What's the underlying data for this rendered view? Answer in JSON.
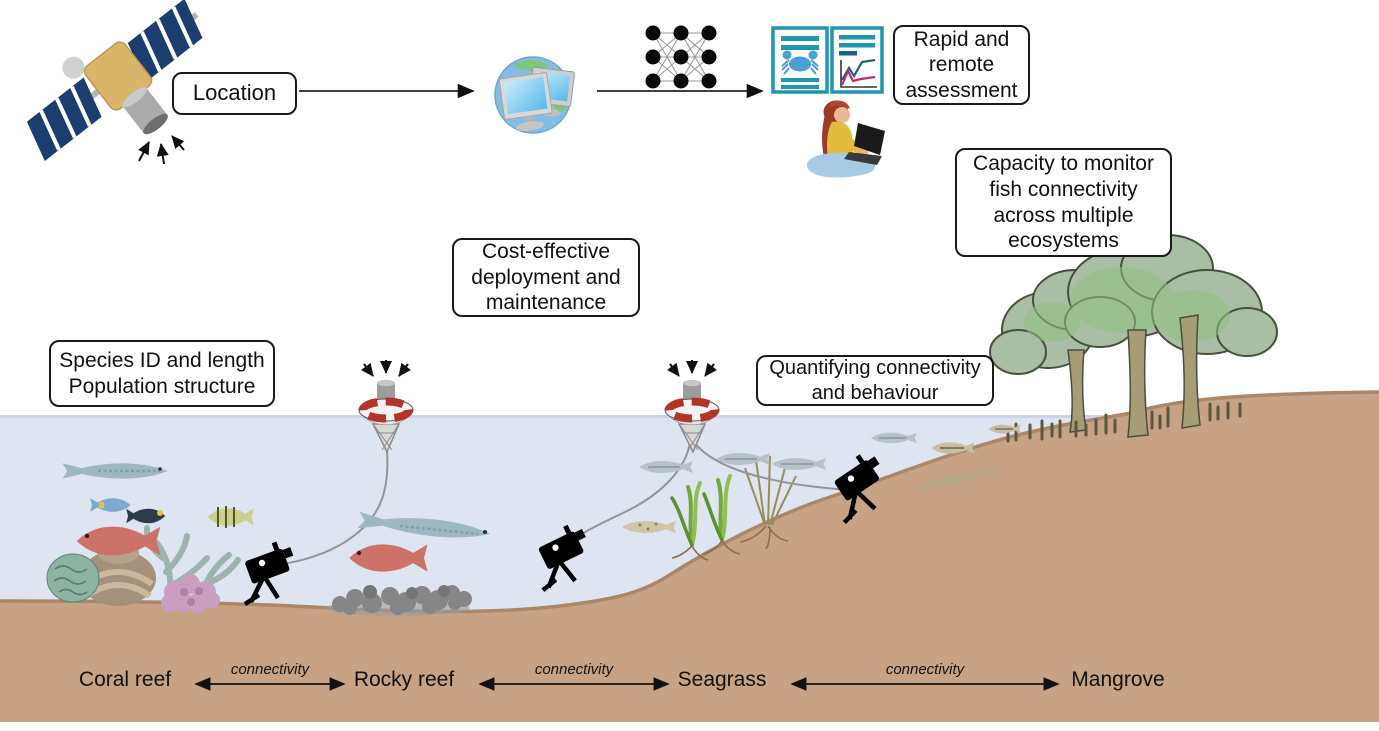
{
  "callouts": {
    "location": "Location",
    "rapid_assessment": "Rapid and remote assessment",
    "capacity": "Capacity to monitor fish connectivity across multiple ecosystems",
    "cost_effective": "Cost-effective deployment and maintenance",
    "species_line1": "Species ID and length",
    "species_line2": "Population structure",
    "quantifying": "Quantifying connectivity and behaviour"
  },
  "ecosystem_labels": {
    "coral_reef": "Coral reef",
    "rocky_reef": "Rocky reef",
    "seagrass": "Seagrass",
    "mangrove": "Mangrove"
  },
  "connectivity_label": "connectivity",
  "icons": {
    "satellite": "satellite-icon",
    "globe_computers": "globe-computers-icon",
    "neural_network": "neural-network-icon",
    "report_documents": "report-documents-icon",
    "person_laptop": "person-laptop-icon",
    "buoy": "buoy-icon",
    "underwater_camera": "underwater-camera-icon",
    "mangrove_trees": "mangrove-trees-icon",
    "coral_reef": "coral-reef-icon",
    "rocky_rubble": "rocky-rubble-icon",
    "seagrass_plants": "seagrass-icon",
    "fish": "fish-icon"
  },
  "colors": {
    "water": "#dfe4f1",
    "waterline": "#ccd3e6",
    "sand": "#c8a284",
    "sand_edge": "#ab876a",
    "panel_navy": "#1c3e6e",
    "satellite_gold": "#d9b569",
    "doc_teal": "#1f96ae",
    "crab_blue": "#4aa0d2",
    "chart_magenta": "#c2267d",
    "buoy_red": "#b23327",
    "mangrove_foliage": "#aabda5",
    "mangrove_inner": "#8fc47e",
    "snapper_red": "#cd7268",
    "barracuda_blue": "#9db8c1",
    "outline": "#1a1a1a"
  }
}
